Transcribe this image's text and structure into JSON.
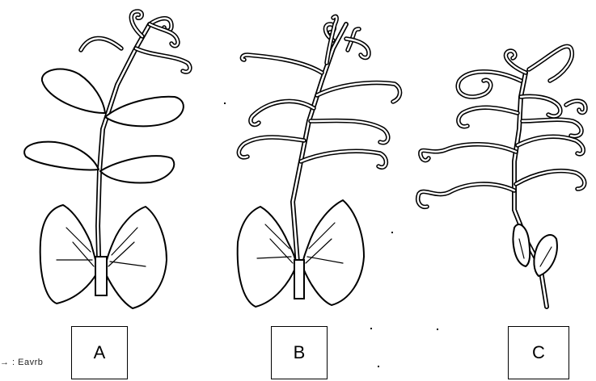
{
  "labels": {
    "a": "A",
    "b": "B",
    "c": "C"
  },
  "stray_text": "→ : Eavrb"
}
